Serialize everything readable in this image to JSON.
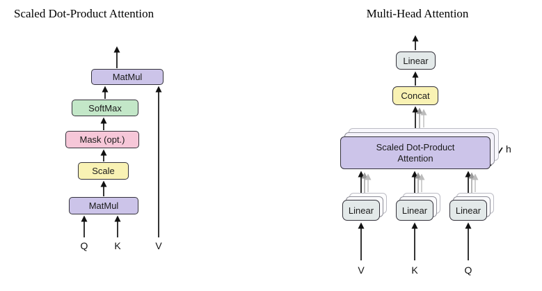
{
  "left": {
    "title": "Scaled Dot-Product Attention",
    "matmul_top": "MatMul",
    "softmax": "SoftMax",
    "mask": "Mask (opt.)",
    "scale": "Scale",
    "matmul_bottom": "MatMul",
    "q": "Q",
    "k": "K",
    "v": "V"
  },
  "right": {
    "title": "Multi-Head Attention",
    "linear_out": "Linear",
    "concat": "Concat",
    "attention": "Scaled Dot-Product Attention",
    "linear_v": "Linear",
    "linear_k": "Linear",
    "linear_q": "Linear",
    "heads": "h",
    "v": "V",
    "k": "K",
    "q": "Q"
  },
  "colors": {
    "purple": "#ccc4e9",
    "green": "#c3e7c8",
    "pink": "#f6c7d8",
    "yellow": "#f9f2b4",
    "gray_box": "#e3e9e9",
    "arrow_dark": "#111111",
    "arrow_mid": "#999999",
    "arrow_light": "#bbbbbb"
  }
}
